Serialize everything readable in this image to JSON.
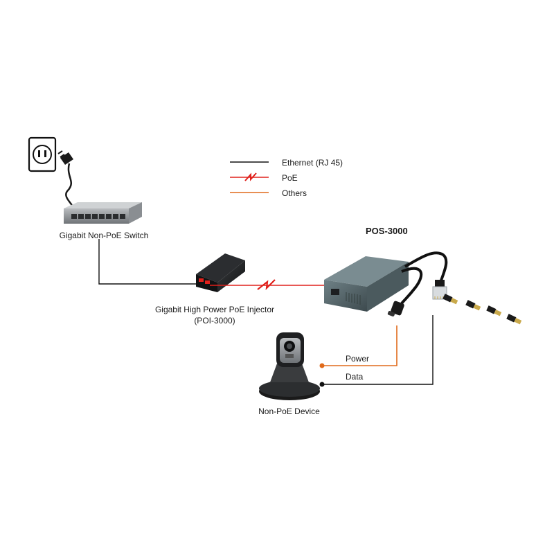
{
  "legend": {
    "ethernet": "Ethernet (RJ 45)",
    "poe": "PoE",
    "others": "Others"
  },
  "devices": {
    "switch": "Gigabit Non-PoE Switch",
    "injector_line1": "Gigabit High Power PoE Injector",
    "injector_line2": "(POI-3000)",
    "splitter": "POS-3000",
    "camera": "Non-PoE Device"
  },
  "links": {
    "power": "Power",
    "data": "Data"
  },
  "colors": {
    "ethernet": "#111111",
    "poe": "#e0201b",
    "others": "#e06a1b"
  },
  "icons": [
    "power-outlet-icon",
    "power-plug-icon",
    "switch-icon",
    "poe-injector-icon",
    "poe-splitter-icon",
    "rj45-connector-icon",
    "dc-adapter-tip-icon",
    "ip-camera-icon"
  ]
}
